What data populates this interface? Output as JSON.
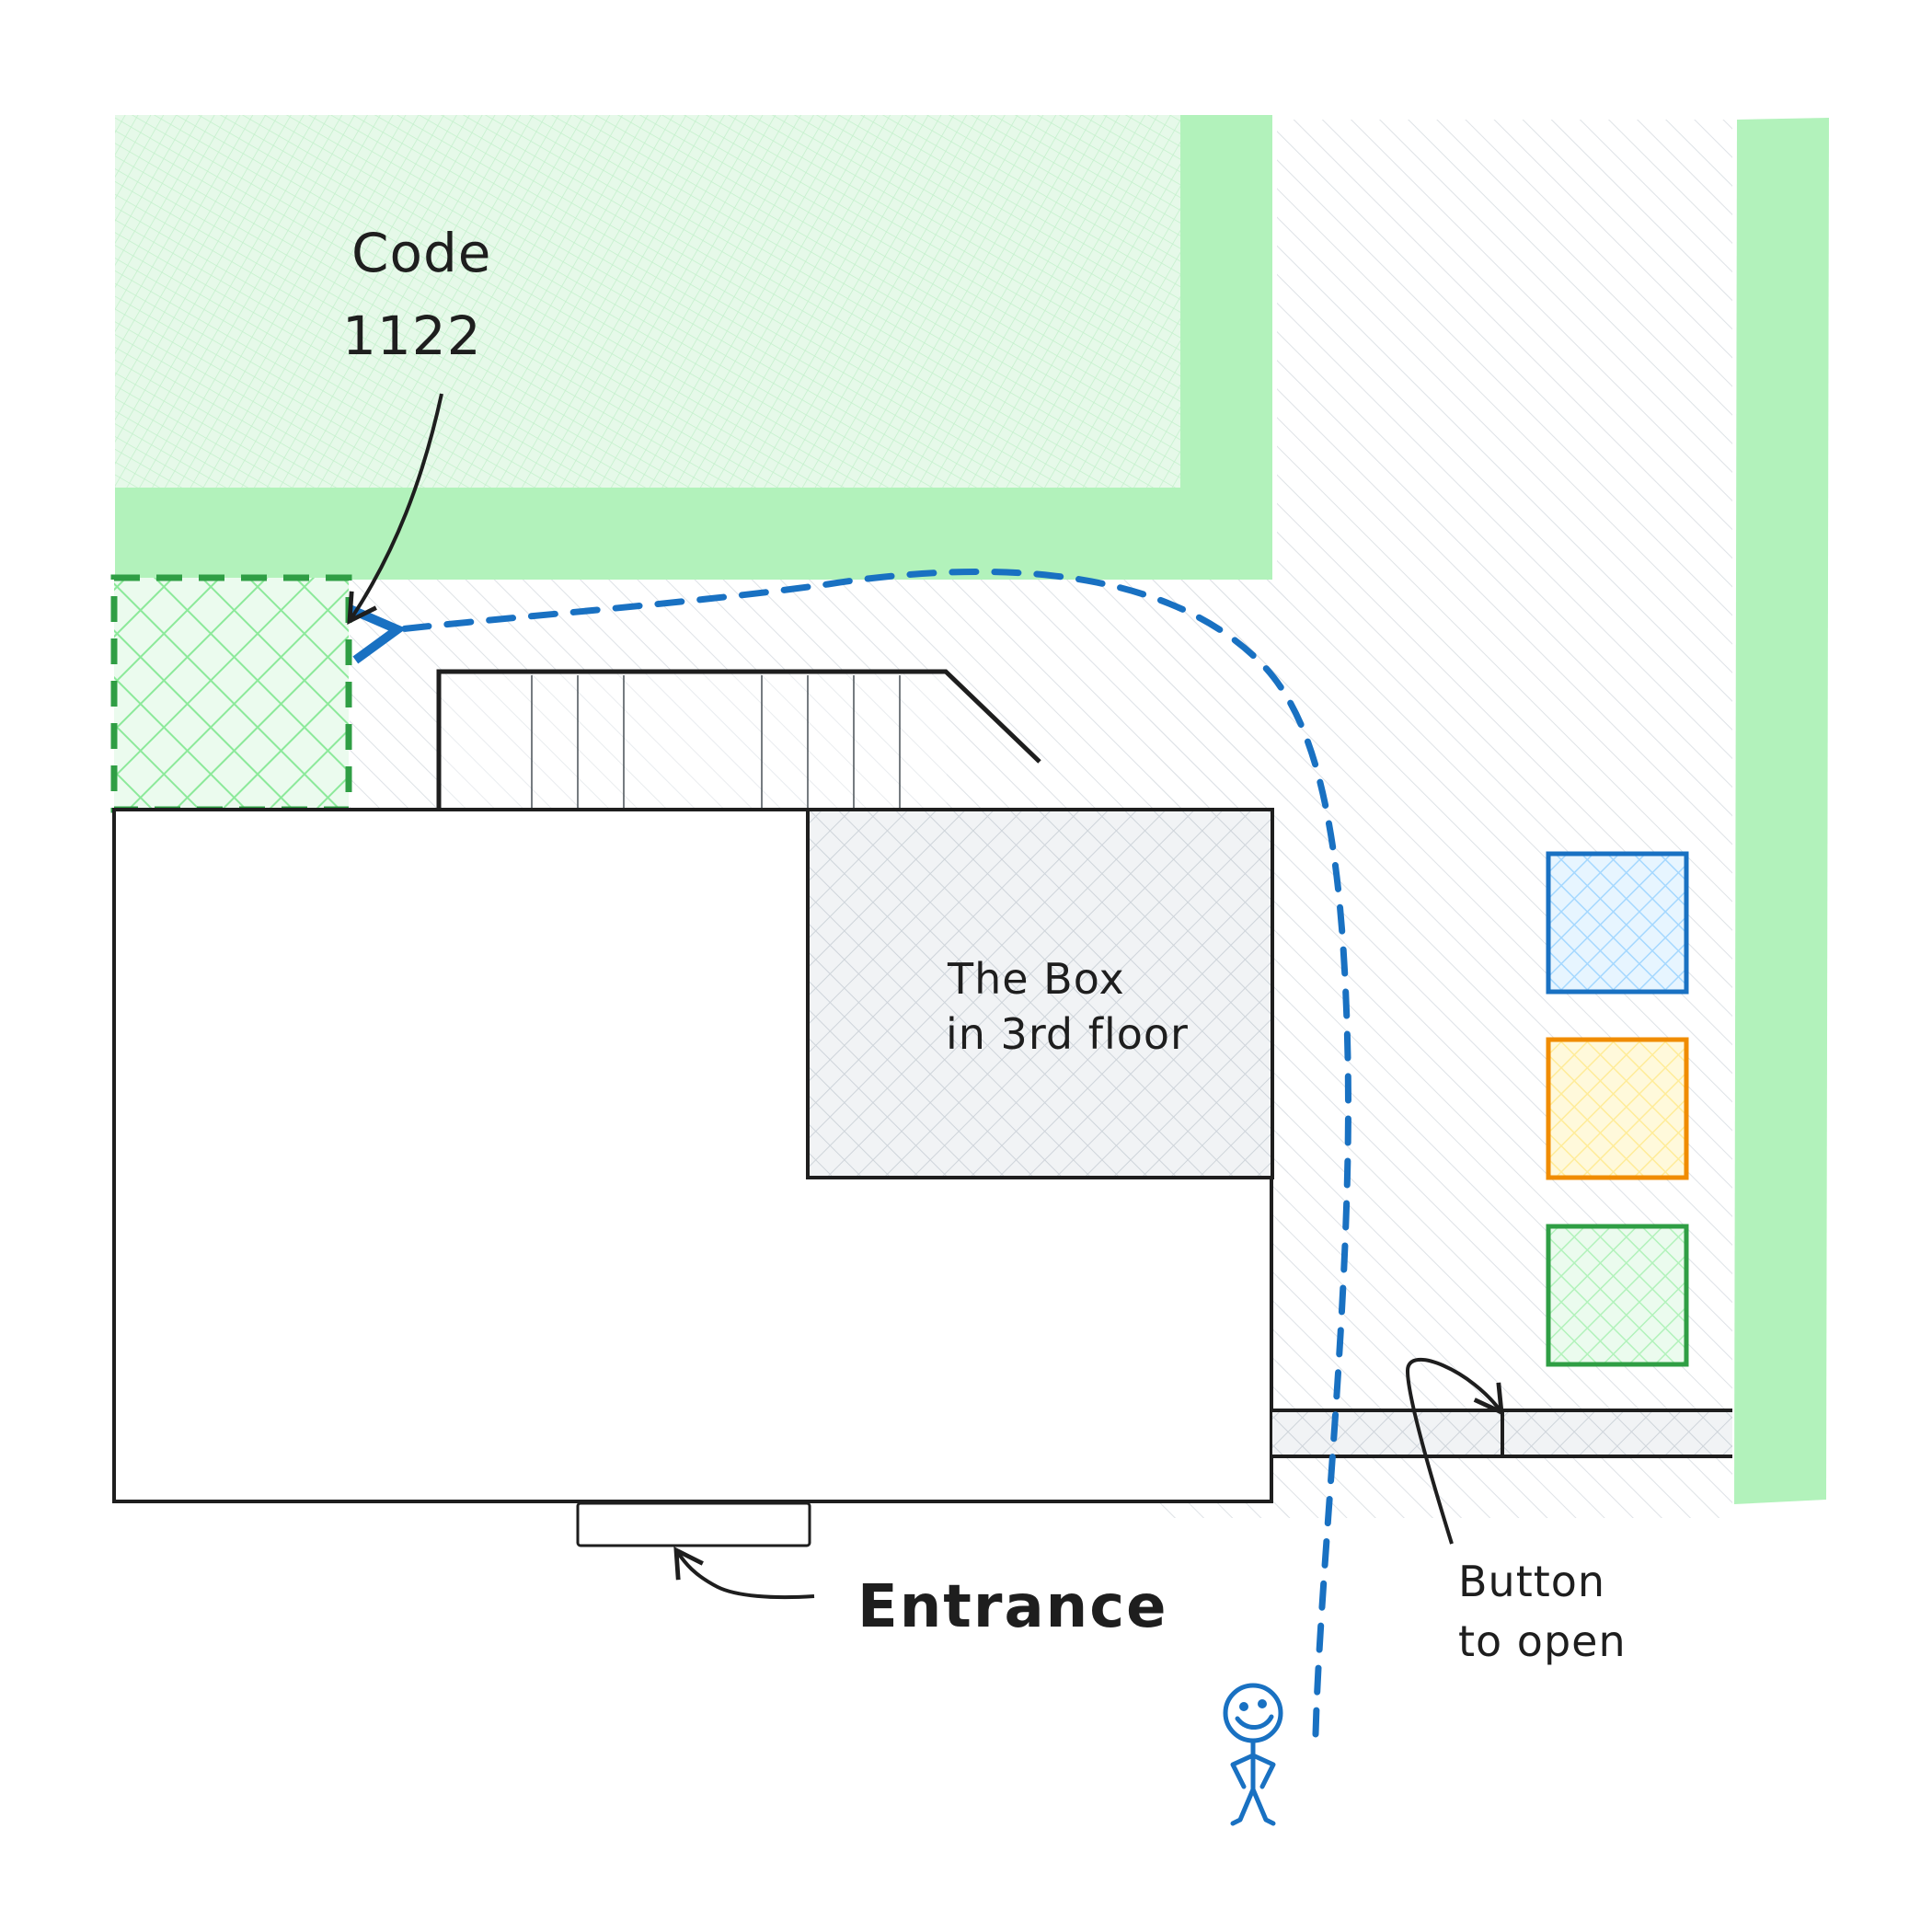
{
  "labels": {
    "code_line1": "Code",
    "code_line2": "1122",
    "box_line1": "The Box",
    "box_line2": "in 3rd floor",
    "entrance": "Entrance",
    "button_line1": "Button",
    "button_line2": "to open"
  },
  "colors": {
    "green_fill": "#b2f2bb",
    "green_hatch": "#8ce99a",
    "green_stroke": "#2f9e44",
    "gray_hatch": "#ced4da",
    "ink": "#1e1e1e",
    "path_blue": "#1971c2",
    "blue_box_stroke": "#1971c2",
    "blue_box_hatch": "#a5d8ff",
    "orange_box_stroke": "#f08c00",
    "orange_box_hatch": "#ffec99",
    "green_box_stroke": "#2f9e44",
    "green_box_hatch": "#b2f2bb"
  },
  "icons": {
    "person": "stick-figure-icon",
    "path": "dashed-route-arrow"
  }
}
